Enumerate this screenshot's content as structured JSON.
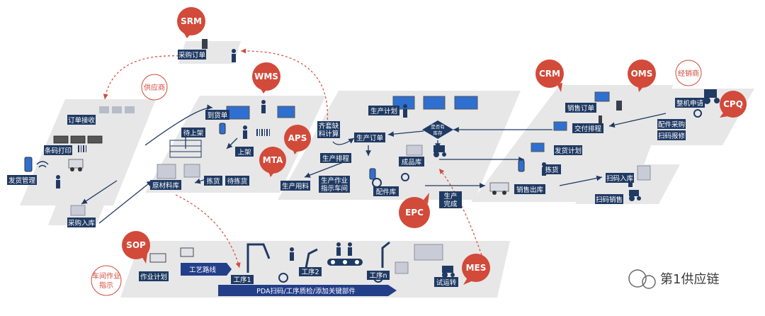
{
  "colors": {
    "navy": "#1f3a63",
    "red": "#d24a3a",
    "blue": "#2f6fd0",
    "platform": "#e6e6e6",
    "bar": "#233f8a"
  },
  "systems": {
    "srm": "SRM",
    "wms": "WMS",
    "aps": "APS",
    "mta": "MTA",
    "crm": "CRM",
    "oms": "OMS",
    "cpq": "CPQ",
    "epc": "EPC",
    "sop": "SOP",
    "mes": "MES"
  },
  "annotations": {
    "supplier": "供应商",
    "distributor": "经销商",
    "workshop_line1": "车间作业",
    "workshop_line2": "指示"
  },
  "labels": {
    "purchase_order": "采购订单",
    "order_receive": "订单接收",
    "barcode_print": "条码打印",
    "ship_manage": "发货管理",
    "purchase_in": "采购入库",
    "arrival_order": "到货单",
    "pending_shelf": "待上架",
    "shelve": "上架",
    "raw_store": "原材料库",
    "picking": "拣货",
    "pending_pick": "待拣货",
    "kit_line1": "齐套缺",
    "kit_line2": "料计算",
    "production_plan": "生产计划",
    "production_order": "生产订单",
    "production_schedule": "生产排程",
    "production_material": "生产用料",
    "work_order_line1": "生产作业",
    "work_order_line2": "指示车间",
    "finished_store": "成品库",
    "parts_store": "配件库",
    "stock_line1": "是否有",
    "stock_line2": "库存",
    "production_done_line1": "生产",
    "production_done_line2": "完成",
    "sales_order": "销售订单",
    "delivery_schedule": "交付排程",
    "ship_plan": "发货计划",
    "sales_pick": "拣货",
    "sales_out": "销售出库",
    "scan_in": "扫码入库",
    "scan_sale": "扫码销售",
    "machine_apply": "整机申请",
    "parts_purchase": "配件采购",
    "scan_repair": "扫码报修",
    "work_plan": "作业计划",
    "process_route": "工艺路线",
    "process1": "工序1",
    "process2": "工序2",
    "processn": "工序n",
    "trial_run": "试运转",
    "pda_bar": "PDA扫码/工序质检/添加关键部件"
  },
  "watermark": "第1供应链"
}
